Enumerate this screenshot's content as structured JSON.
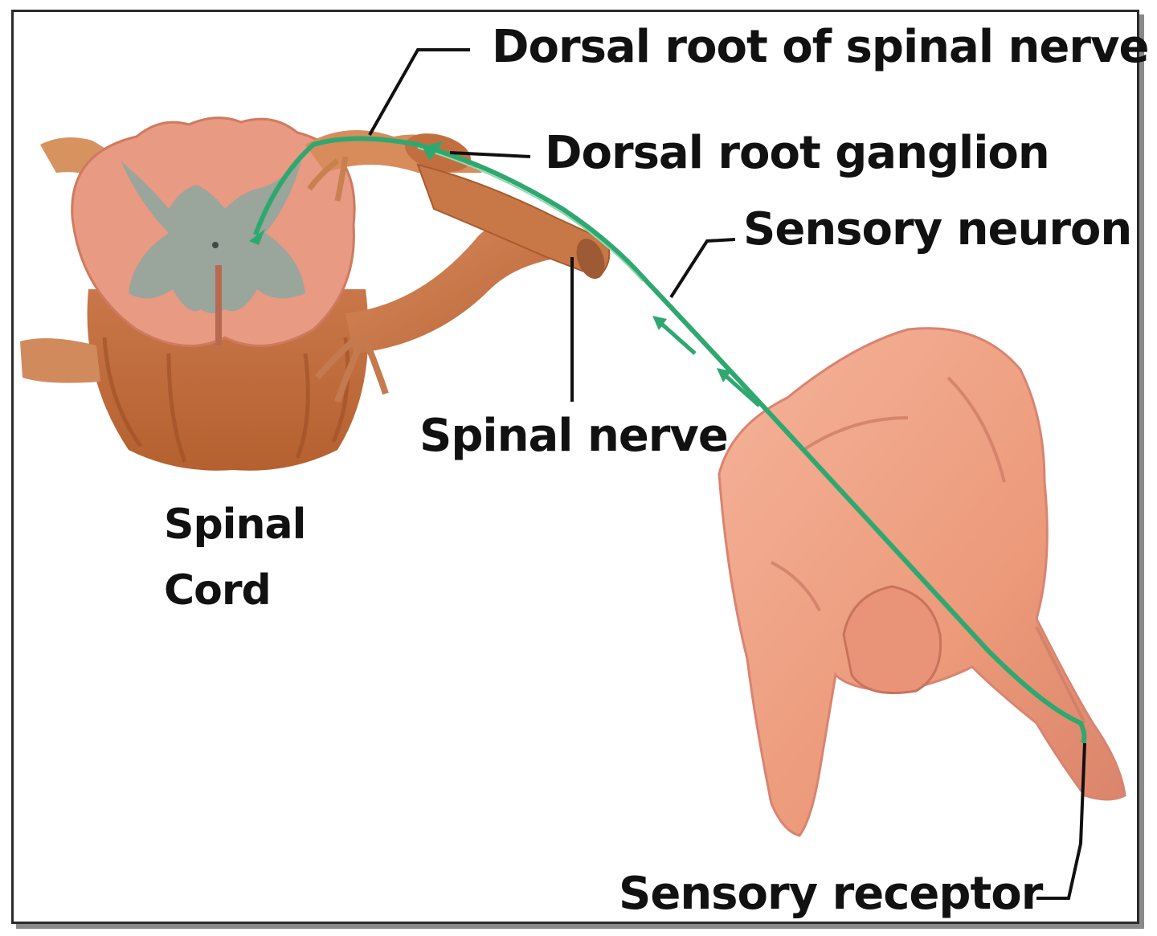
{
  "labels": {
    "dorsal_root": "Dorsal root of spinal nerve",
    "ganglion": "Dorsal root ganglion",
    "sensory_neuron": "Sensory neuron",
    "spinal_nerve": "Spinal nerve",
    "spinal_cord_line1": "Spinal",
    "spinal_cord_line2": "Cord",
    "sensory_receptor": "Sensory receptor"
  },
  "colors": {
    "white_matter": "#e89a82",
    "gray_matter": "#9aa59c",
    "nerve": "#c97a4a",
    "neuron": "#2fa870",
    "skin": "#f0a485",
    "leader_line": "#111111"
  }
}
